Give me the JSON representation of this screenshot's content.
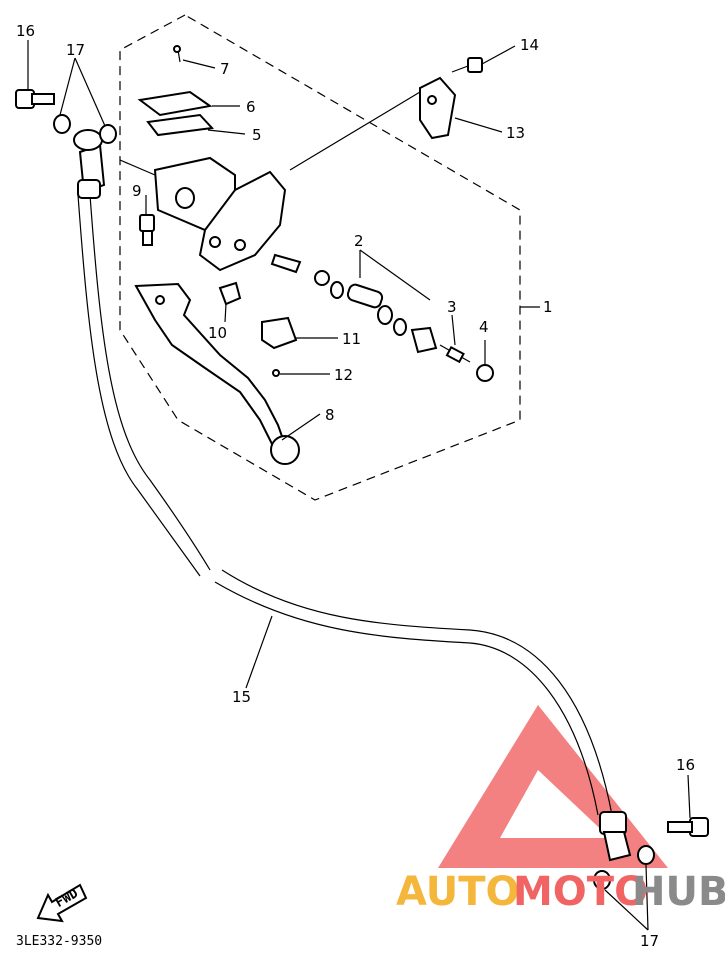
{
  "diagram": {
    "callouts": [
      {
        "id": "c1",
        "label": "1"
      },
      {
        "id": "c2",
        "label": "2"
      },
      {
        "id": "c3",
        "label": "3"
      },
      {
        "id": "c4",
        "label": "4"
      },
      {
        "id": "c5",
        "label": "5"
      },
      {
        "id": "c6",
        "label": "6"
      },
      {
        "id": "c7",
        "label": "7"
      },
      {
        "id": "c8",
        "label": "8"
      },
      {
        "id": "c9",
        "label": "9"
      },
      {
        "id": "c10",
        "label": "10"
      },
      {
        "id": "c11",
        "label": "11"
      },
      {
        "id": "c12",
        "label": "12"
      },
      {
        "id": "c13",
        "label": "13"
      },
      {
        "id": "c14",
        "label": "14"
      },
      {
        "id": "c15",
        "label": "15"
      },
      {
        "id": "c16a",
        "label": "16"
      },
      {
        "id": "c16b",
        "label": "16"
      },
      {
        "id": "c17a",
        "label": "17"
      },
      {
        "id": "c17b",
        "label": "17"
      }
    ],
    "fwd_label": "FWD",
    "drawing_code": "3LE332-9350"
  },
  "watermark": {
    "auto": "AUTO",
    "moto": "MOTO",
    "hub": "HUB",
    "colors": {
      "auto": "#f5b63c",
      "moto": "#f06464",
      "hub": "#8a8a8a",
      "triangle": "#f26b6b"
    }
  }
}
